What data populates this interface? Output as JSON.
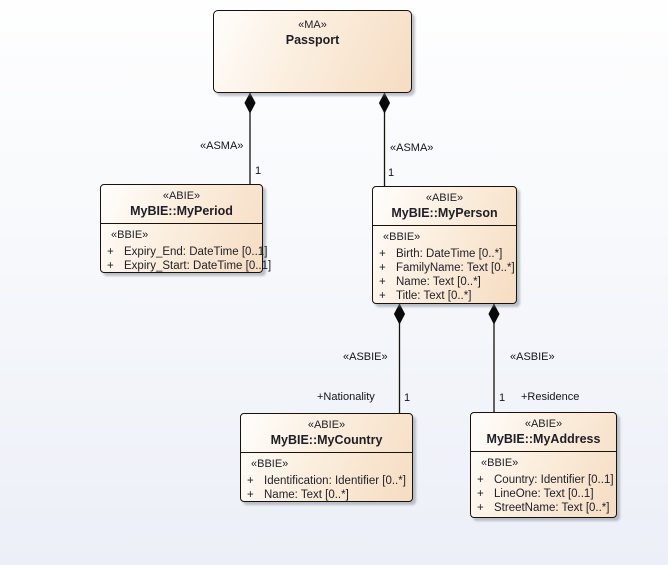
{
  "diagram": {
    "type": "uml-class-diagram",
    "colors": {
      "node_fill_start": "#fffefd",
      "node_fill_end": "#f6dcc2",
      "node_border": "#17120c",
      "shadow": "#747c8a",
      "canvas_top": "#fefefe",
      "canvas_bottom": "#eceff7",
      "text": "#1e1e26"
    }
  },
  "nodes": {
    "passport": {
      "stereotype": "«MA»",
      "name": "Passport"
    },
    "myPeriod": {
      "stereotype": "«ABIE»",
      "name": "MyBIE::MyPeriod",
      "attr_stereotype": "«BBIE»",
      "attributes": [
        {
          "vis": "+",
          "text": "Expiry_End: DateTime [0..1]"
        },
        {
          "vis": "+",
          "text": "Expiry_Start: DateTime [0..1]"
        }
      ]
    },
    "myPerson": {
      "stereotype": "«ABIE»",
      "name": "MyBIE::MyPerson",
      "attr_stereotype": "«BBIE»",
      "attributes": [
        {
          "vis": "+",
          "text": "Birth: DateTime [0..*]"
        },
        {
          "vis": "+",
          "text": "FamilyName: Text [0..*]"
        },
        {
          "vis": "+",
          "text": "Name: Text [0..*]"
        },
        {
          "vis": "+",
          "text": "Title: Text [0..*]"
        }
      ]
    },
    "myCountry": {
      "stereotype": "«ABIE»",
      "name": "MyBIE::MyCountry",
      "attr_stereotype": "«BBIE»",
      "attributes": [
        {
          "vis": "+",
          "text": "Identification: Identifier [0..*]"
        },
        {
          "vis": "+",
          "text": "Name: Text [0..*]"
        }
      ]
    },
    "myAddress": {
      "stereotype": "«ABIE»",
      "name": "MyBIE::MyAddress",
      "attr_stereotype": "«BBIE»",
      "attributes": [
        {
          "vis": "+",
          "text": "Country: Identifier [0..1]"
        },
        {
          "vis": "+",
          "text": "LineOne: Text [0..1]"
        },
        {
          "vis": "+",
          "text": "StreetName: Text [0..*]"
        }
      ]
    }
  },
  "connectors": {
    "passport_period": {
      "stereotype": "«ASMA»",
      "target_multiplicity": "1",
      "aggregation": "composite"
    },
    "passport_person": {
      "stereotype": "«ASMA»",
      "target_multiplicity": "1",
      "aggregation": "composite"
    },
    "person_country": {
      "stereotype": "«ASBIE»",
      "target_multiplicity": "1",
      "target_role": "+Nationality",
      "aggregation": "composite"
    },
    "person_address": {
      "stereotype": "«ASBIE»",
      "target_multiplicity": "1",
      "target_role": "+Residence",
      "aggregation": "composite"
    }
  }
}
